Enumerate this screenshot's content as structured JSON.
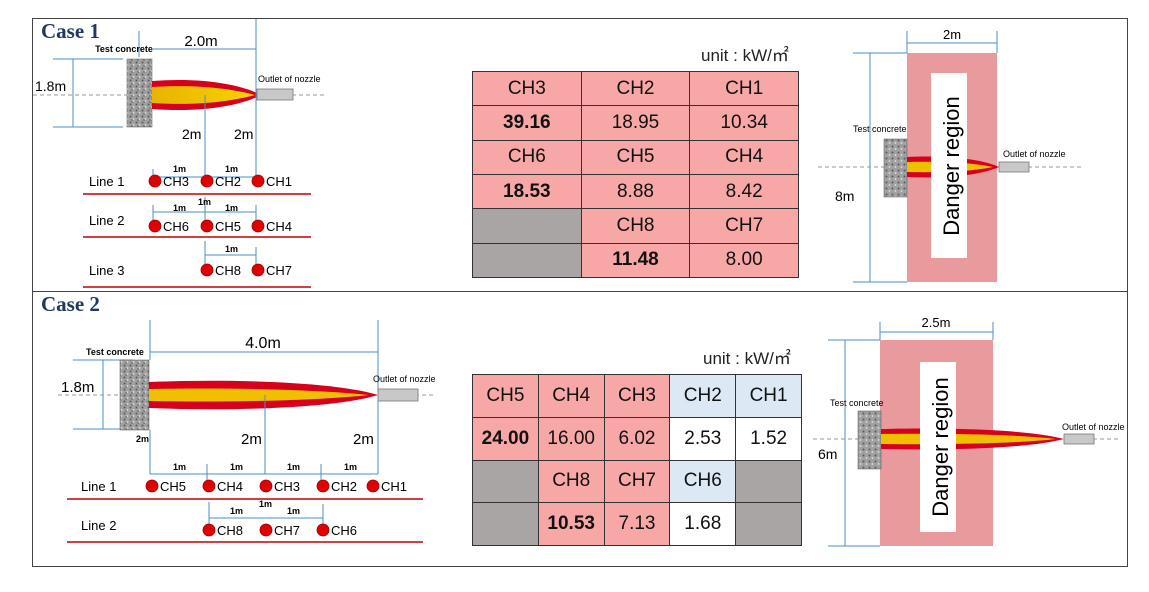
{
  "case1": {
    "title": "Case 1",
    "unit": "unit : kW/㎡",
    "diagram": {
      "width_label": "2.0m",
      "height_label": "1.8m",
      "concrete_label": "Test concrete",
      "nozzle_label": "Outlet of nozzle",
      "gap_left": "2m",
      "gap_right": "2m",
      "spacing": "1m",
      "lines": [
        {
          "label": "Line 1",
          "channels": [
            "CH3",
            "CH2",
            "CH1"
          ]
        },
        {
          "label": "Line 2",
          "channels": [
            "CH6",
            "CH5",
            "CH4"
          ]
        },
        {
          "label": "Line 3",
          "channels": [
            "CH8",
            "CH7"
          ]
        }
      ]
    },
    "table": [
      [
        {
          "t": "CH3",
          "c": "pink"
        },
        {
          "t": "CH2",
          "c": "pink"
        },
        {
          "t": "CH1",
          "c": "pink"
        }
      ],
      [
        {
          "t": "39.16",
          "c": "pink",
          "b": true
        },
        {
          "t": "18.95",
          "c": "pink"
        },
        {
          "t": "10.34",
          "c": "pink"
        }
      ],
      [
        {
          "t": "CH6",
          "c": "pink"
        },
        {
          "t": "CH5",
          "c": "pink"
        },
        {
          "t": "CH4",
          "c": "pink"
        }
      ],
      [
        {
          "t": "18.53",
          "c": "pink",
          "b": true
        },
        {
          "t": "8.88",
          "c": "pink"
        },
        {
          "t": "8.42",
          "c": "pink"
        }
      ],
      [
        {
          "t": "",
          "c": "gray"
        },
        {
          "t": "CH8",
          "c": "pink"
        },
        {
          "t": "CH7",
          "c": "pink"
        }
      ],
      [
        {
          "t": "",
          "c": "gray"
        },
        {
          "t": "11.48",
          "c": "pink",
          "b": true
        },
        {
          "t": "8.00",
          "c": "pink"
        }
      ]
    ],
    "danger": {
      "width_label": "2m",
      "height_label": "8m",
      "region_label": "Danger region",
      "concrete_label": "Test concrete",
      "nozzle_label": "Outlet of nozzle"
    }
  },
  "case2": {
    "title": "Case 2",
    "unit": "unit : kW/㎡",
    "diagram": {
      "width_label": "4.0m",
      "height_label": "1.8m",
      "concrete_label": "Test concrete",
      "nozzle_label": "Outlet of nozzle",
      "below_concrete": "2m",
      "gap_mid": "2m",
      "gap_right": "2m",
      "spacing": "1m",
      "lines": [
        {
          "label": "Line 1",
          "channels": [
            "CH5",
            "CH4",
            "CH3",
            "CH2",
            "CH1"
          ]
        },
        {
          "label": "Line 2",
          "channels": [
            "CH8",
            "CH7",
            "CH6"
          ]
        }
      ]
    },
    "table": [
      [
        {
          "t": "CH5",
          "c": "pink"
        },
        {
          "t": "CH4",
          "c": "pink"
        },
        {
          "t": "CH3",
          "c": "pink"
        },
        {
          "t": "CH2",
          "c": "blue"
        },
        {
          "t": "CH1",
          "c": "blue"
        }
      ],
      [
        {
          "t": "24.00",
          "c": "pink",
          "b": true
        },
        {
          "t": "16.00",
          "c": "pink"
        },
        {
          "t": "6.02",
          "c": "pink"
        },
        {
          "t": "2.53",
          "c": "white"
        },
        {
          "t": "1.52",
          "c": "white"
        }
      ],
      [
        {
          "t": "",
          "c": "gray"
        },
        {
          "t": "CH8",
          "c": "pink"
        },
        {
          "t": "CH7",
          "c": "pink"
        },
        {
          "t": "CH6",
          "c": "blue"
        },
        {
          "t": "",
          "c": "gray"
        }
      ],
      [
        {
          "t": "",
          "c": "gray"
        },
        {
          "t": "10.53",
          "c": "pink",
          "b": true
        },
        {
          "t": "7.13",
          "c": "pink"
        },
        {
          "t": "1.68",
          "c": "white"
        },
        {
          "t": "",
          "c": "gray"
        }
      ]
    ],
    "danger": {
      "width_label": "2.5m",
      "height_label": "6m",
      "region_label": "Danger region",
      "concrete_label": "Test concrete",
      "nozzle_label": "Outlet of nozzle"
    }
  }
}
